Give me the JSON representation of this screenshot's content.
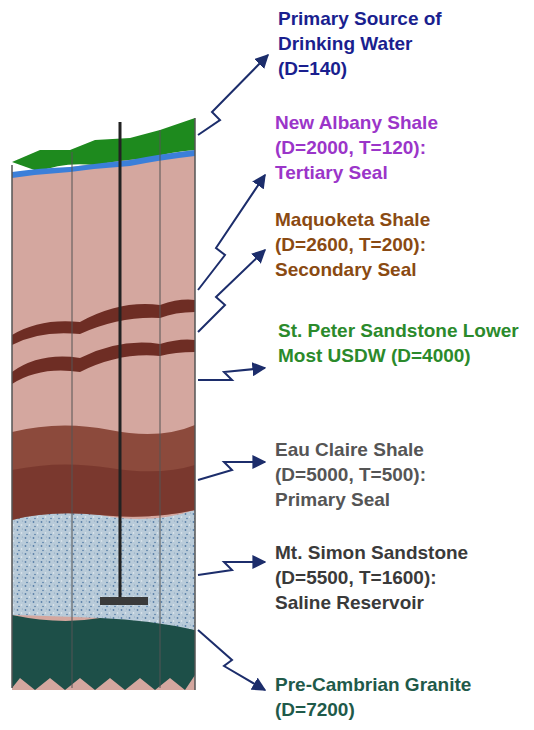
{
  "diagram": {
    "labels": [
      "Primary Source of Drinking Water (D=140)",
      "New Albany Shale (D=2000, T=120): Tertiary Seal",
      "Maquoketa Shale (D=2600, T=200): Secondary Seal",
      "St. Peter Sandstone Lower Most USDW (D=4000)",
      "Eau Claire Shale (D=5000, T=500): Primary Seal",
      "Mt. Simon Sandstone (D=5500, T=1600): Saline Reservoir",
      "Pre-Cambrian Granite (D=7200)"
    ]
  }
}
